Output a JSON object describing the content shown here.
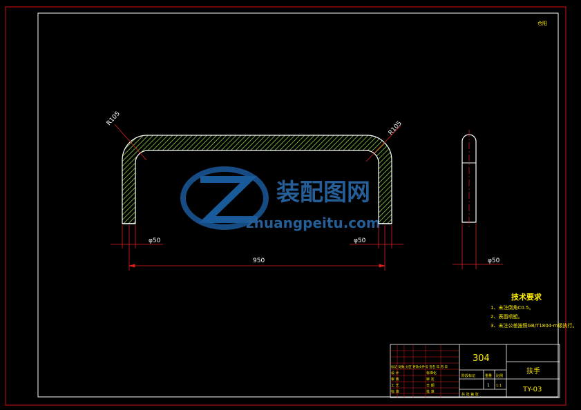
{
  "drawing": {
    "corner_mark": "仓阳",
    "dimensions": {
      "radius_left": "R105",
      "radius_right": "R105",
      "dia_left": "φ50",
      "dia_right": "φ50",
      "dia_side": "φ50",
      "overall_length": "950"
    }
  },
  "watermark": {
    "cn": "装配图网",
    "url": "zhuangpeitu.com"
  },
  "tech_requirements": {
    "title": "技术要求",
    "items": [
      "1、未注倒角C0.5。",
      "2、表面喷塑。",
      "3、未注公差按照GB/T1804-m级执行。"
    ]
  },
  "title_block": {
    "material": "304",
    "part_name": "扶手",
    "drawing_no": "TY-03",
    "scale_header": "阶段标记",
    "weight_header": "重量",
    "ratio_header": "比例",
    "qty": "1",
    "ratio_value": "1:1",
    "sheet_text": "共 张 第 张",
    "left_labels": [
      "设 计",
      "审 核",
      "工 艺",
      "标 准"
    ],
    "mid_labels": [
      "标准化",
      "审 定",
      "日 期",
      "批 准"
    ],
    "rev_header": "标记 处数 分区 更改文件号 签名 年.月.日"
  }
}
